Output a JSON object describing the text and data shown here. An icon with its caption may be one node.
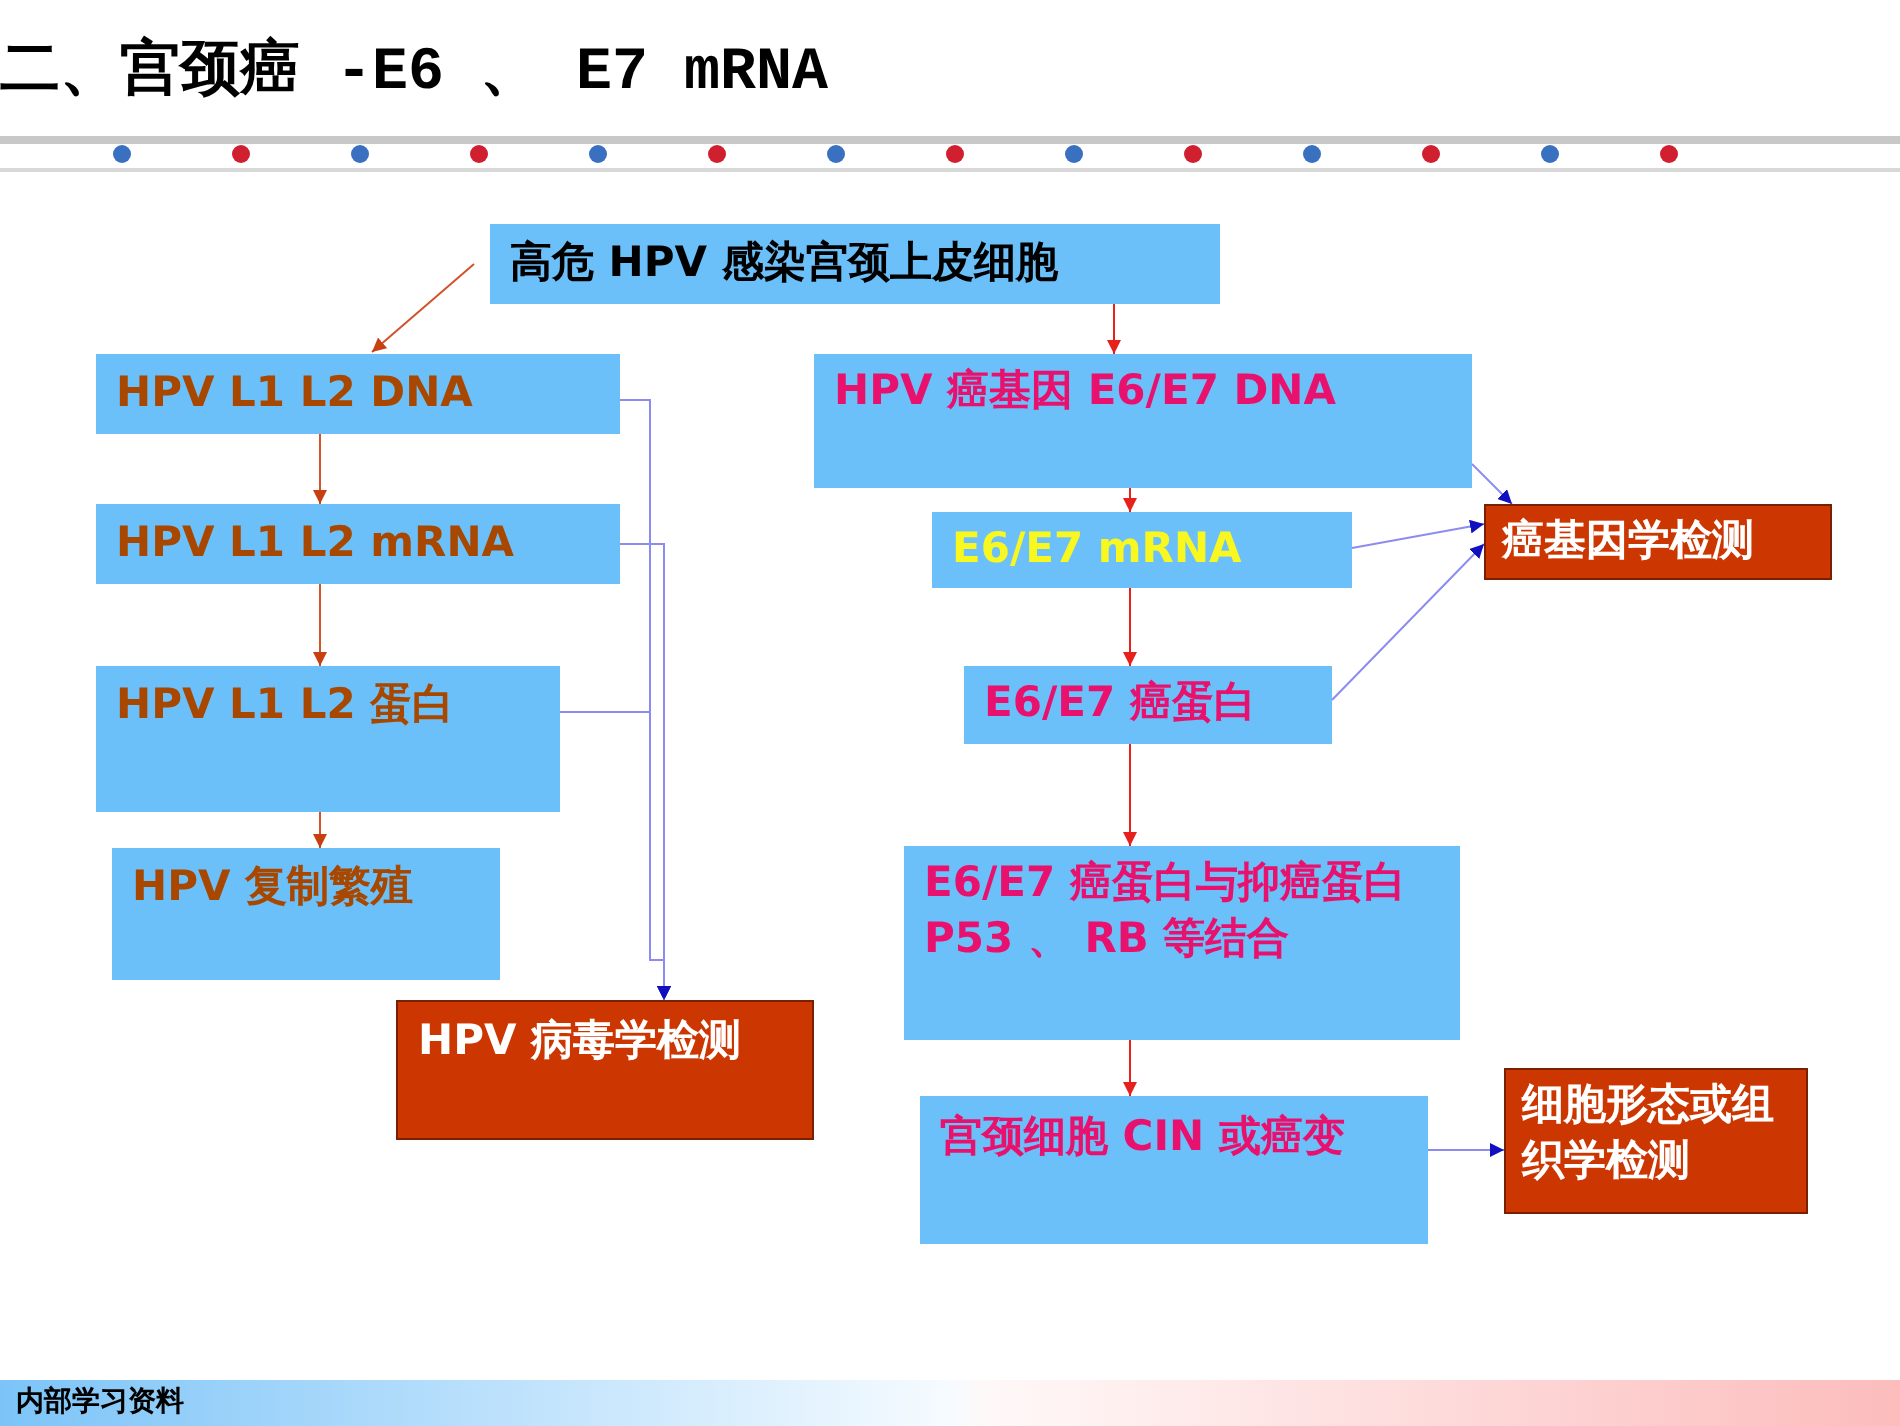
{
  "diagram": {
    "title": "二、宫颈癌 -E6 、 E7 mRNA",
    "nodes": [
      {
        "text": [
          "高危 HPV 感染宫颈上皮细胞"
        ]
      },
      {
        "text": [
          "HPV L1 L2 DNA"
        ]
      },
      {
        "text": [
          "HPV L1 L2 mRNA"
        ]
      },
      {
        "text": [
          "HPV L1 L2 蛋白"
        ]
      },
      {
        "text": [
          "HPV 复制繁殖"
        ]
      },
      {
        "text": [
          "HPV 病毒学检测"
        ]
      },
      {
        "text": [
          "HPV 癌基因 E6/E7 DNA"
        ]
      },
      {
        "text": [
          "E6/E7 mRNA"
        ]
      },
      {
        "text": [
          "E6/E7 癌蛋白"
        ]
      },
      {
        "text": [
          "E6/E7 癌蛋白与抑癌蛋白 P53 、 RB 等结合"
        ]
      },
      {
        "text": [
          "宫颈细胞 CIN 或癌变"
        ]
      },
      {
        "text": [
          "癌基因学检测"
        ]
      },
      {
        "text": [
          "细胞形态或组织学检测"
        ]
      }
    ],
    "edges": [
      {
        "from": 0,
        "to": 1,
        "arrow": "to",
        "color": "#d2522a"
      },
      {
        "from": 1,
        "to": 2,
        "arrow": "to",
        "color": "#d2522a"
      },
      {
        "from": 2,
        "to": 3,
        "arrow": "to",
        "color": "#d2522a"
      },
      {
        "from": 3,
        "to": 4,
        "arrow": "to",
        "color": "#d2522a"
      },
      {
        "from": 1,
        "to": 5,
        "arrow": "to"
      },
      {
        "from": 2,
        "to": 5,
        "arrow": "to"
      },
      {
        "from": 3,
        "to": 5,
        "arrow": "to"
      },
      {
        "from": 0,
        "to": 6,
        "arrow": "to",
        "color": "#e8201c"
      },
      {
        "from": 6,
        "to": 7,
        "arrow": "to",
        "color": "#e8201c"
      },
      {
        "from": 7,
        "to": 8,
        "arrow": "to",
        "color": "#e8201c"
      },
      {
        "from": 8,
        "to": 9,
        "arrow": "to",
        "color": "#e8201c"
      },
      {
        "from": 9,
        "to": 10,
        "arrow": "to",
        "color": "#e8201c"
      },
      {
        "from": 6,
        "to": 11,
        "arrow": "to"
      },
      {
        "from": 7,
        "to": 11,
        "arrow": "to"
      },
      {
        "from": 8,
        "to": 11,
        "arrow": "to"
      },
      {
        "from": 10,
        "to": 12,
        "arrow": "to"
      }
    ],
    "labels": [
      "内部学习资料"
    ]
  }
}
